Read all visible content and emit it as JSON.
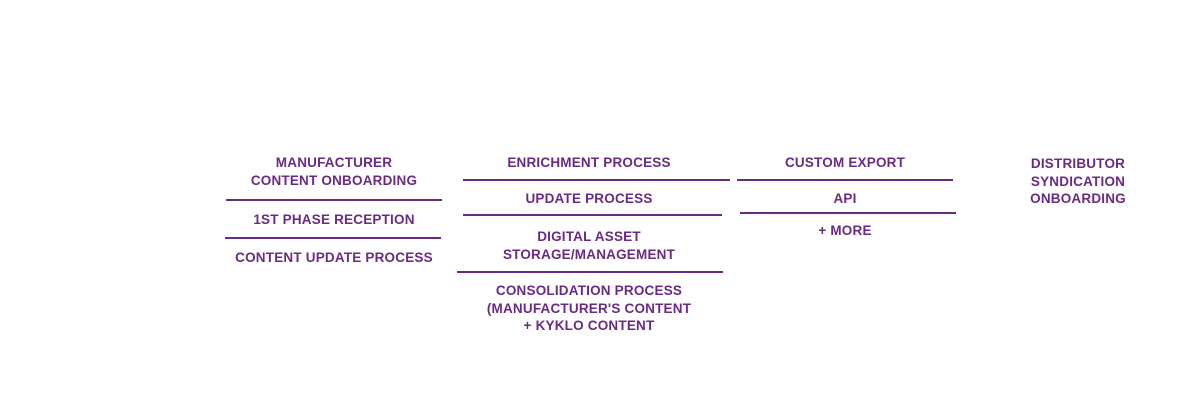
{
  "theme": {
    "text_color": "#6a2a84",
    "rule_color": "#6a2a84"
  },
  "columns": [
    {
      "items": [
        "MANUFACTURER\nCONTENT ONBOARDING",
        "1ST PHASE RECEPTION",
        "CONTENT UPDATE PROCESS"
      ]
    },
    {
      "items": [
        "ENRICHMENT PROCESS",
        "UPDATE PROCESS",
        "DIGITAL ASSET\nSTORAGE/MANAGEMENT",
        "CONSOLIDATION PROCESS\n(MANUFACTURER'S CONTENT\n+ KYKLO CONTENT"
      ]
    },
    {
      "items": [
        "CUSTOM EXPORT",
        "API",
        "+ MORE"
      ]
    },
    {
      "items": [
        "DISTRIBUTOR\nSYNDICATION\nONBOARDING"
      ]
    }
  ]
}
